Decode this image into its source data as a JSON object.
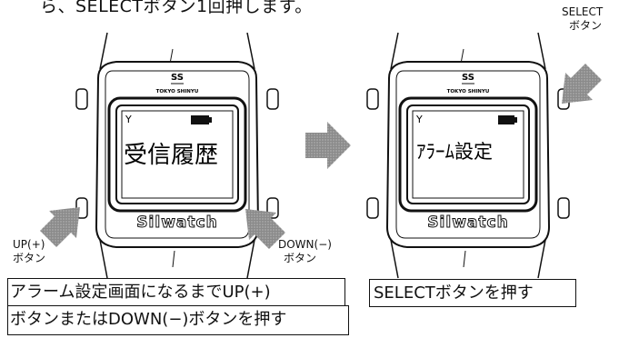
{
  "header": {
    "partial_instruction": "ら、SELECTボタン1回押します。"
  },
  "watch_left": {
    "brand": "TOKYO SHINYU",
    "logo_mark": "SS",
    "wordmark": "Silwatch",
    "screen_text": "受信履歴",
    "antenna_glyph": "Y"
  },
  "watch_right": {
    "brand": "TOKYO SHINYU",
    "logo_mark": "SS",
    "wordmark": "Silwatch",
    "screen_text": "ｱﾗｰﾑ設定",
    "antenna_glyph": "Y"
  },
  "labels": {
    "up_line1": "UP(+)",
    "up_line2": "ボタン",
    "down_line1": "DOWN(−)",
    "down_line2": "ボタン",
    "select_line1": "SELECT",
    "select_line2": "ボタン"
  },
  "captions": {
    "left_line1": "アラーム設定画面になるまでUP(+)",
    "left_line2": "ボタンまたはDOWN(−)ボタンを押す",
    "right": "SELECTボタンを押す"
  }
}
